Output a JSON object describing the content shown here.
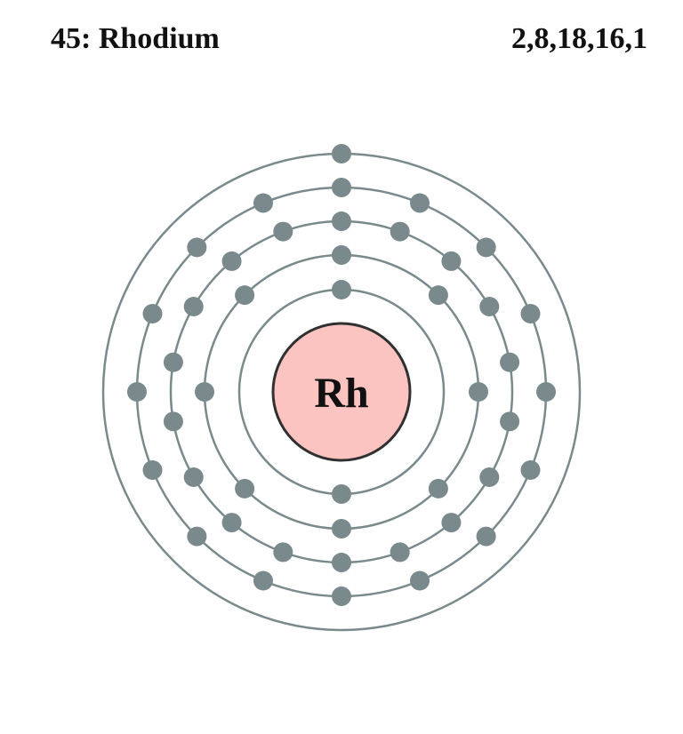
{
  "element": {
    "atomic_number": "45",
    "name": "Rhodium",
    "title": "45: Rhodium",
    "symbol": "Rh",
    "electron_configuration": "2,8,18,16,1",
    "shell_electrons": [
      2,
      8,
      18,
      16,
      1
    ]
  },
  "colors": {
    "nucleus_fill": "#fcc4c0",
    "nucleus_stroke": "#303030",
    "shell_stroke": "#7a8a8c",
    "electron_fill": "#7a8a8c",
    "text": "#111111"
  }
}
